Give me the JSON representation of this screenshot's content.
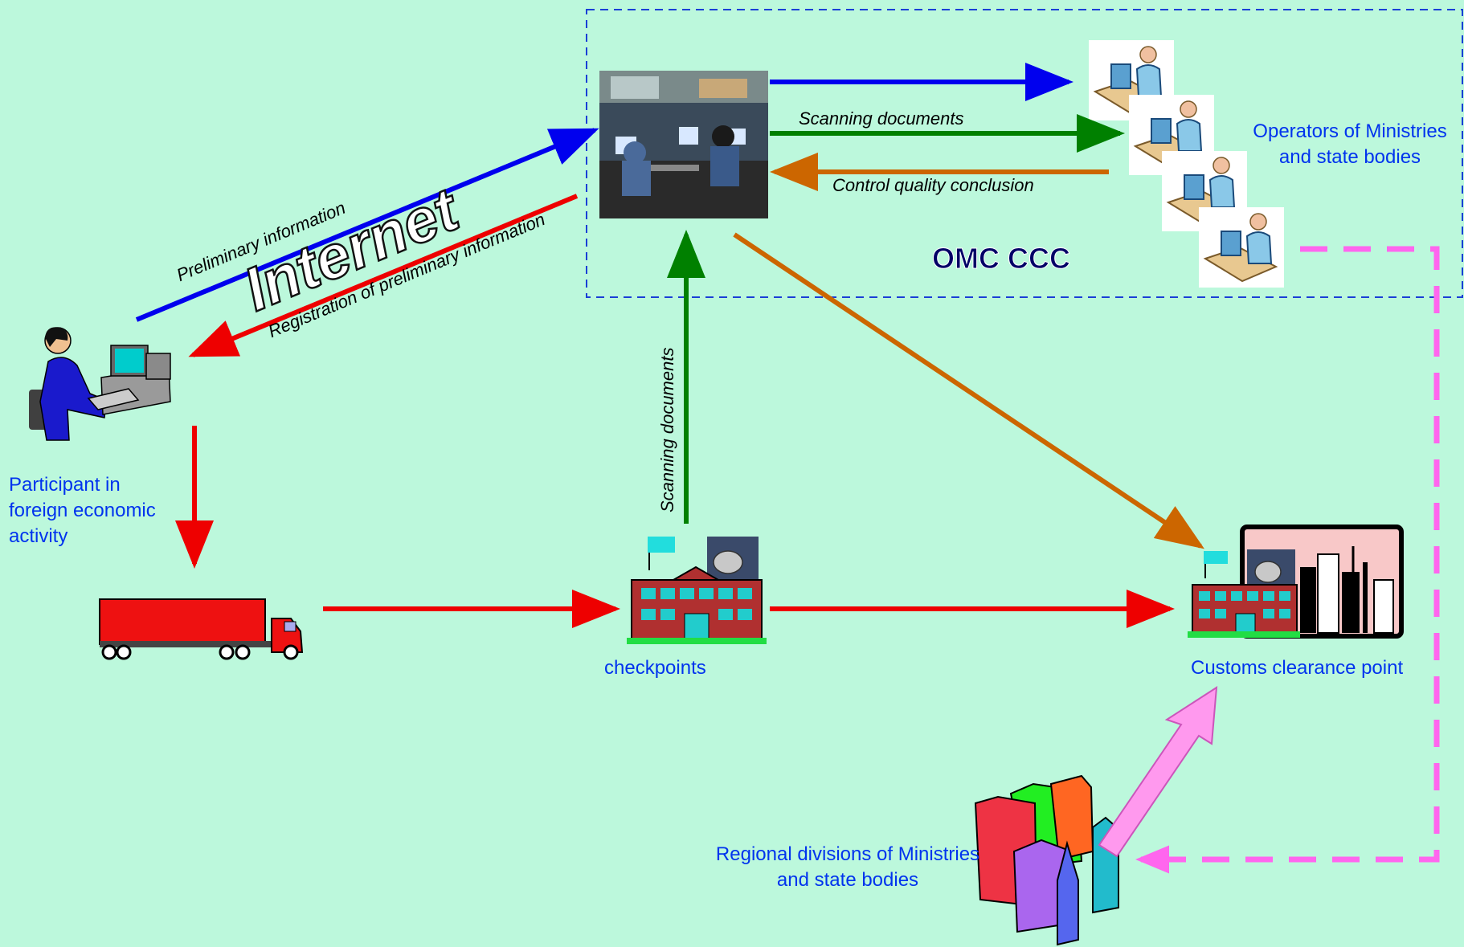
{
  "labels": {
    "omc": "OMC CCC",
    "internet": "Internet",
    "participant": "Participant in\nforeign economic\nactivity",
    "operators": "Operators of Ministries\nand state bodies",
    "checkpoints": "checkpoints",
    "customs": "Customs clearance point",
    "regional": "Regional divisions of Ministries\nand state bodies"
  },
  "flows": {
    "preliminary": "Preliminary information",
    "registration": "Registration of preliminary information",
    "scanning_top": "Scanning documents",
    "control": "Control quality conclusion",
    "scanning_vertical": "Scanning documents"
  },
  "colors": {
    "background": "#bcf8dc",
    "blue_arrow": "#0000ee",
    "red_arrow": "#ee0000",
    "green_arrow": "#008000",
    "brown_arrow": "#cc6600",
    "magenta": "#ff66ee",
    "label_text": "#0033ee",
    "omc_text": "#000066"
  },
  "icons": {
    "photo": "control-room-photo",
    "operators": "operator-workstation-icon",
    "participant": "person-at-computer-icon",
    "truck": "truck-icon",
    "checkpoint": "building-with-satellite-icon",
    "customs": "customs-building-cityscape-icon",
    "regional": "city-buildings-icon"
  }
}
